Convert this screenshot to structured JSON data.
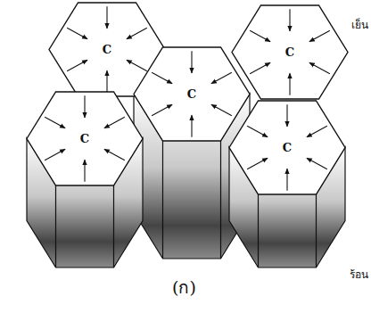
{
  "diagram": {
    "nodes": [
      {
        "text": [
          "C"
        ]
      },
      {
        "text": [
          "C"
        ]
      },
      {
        "text": [
          "C"
        ]
      },
      {
        "text": [
          "C"
        ]
      },
      {
        "text": [
          "C"
        ]
      }
    ],
    "labels": [
      "เย็น",
      "ร้อน",
      "(ก)"
    ]
  }
}
